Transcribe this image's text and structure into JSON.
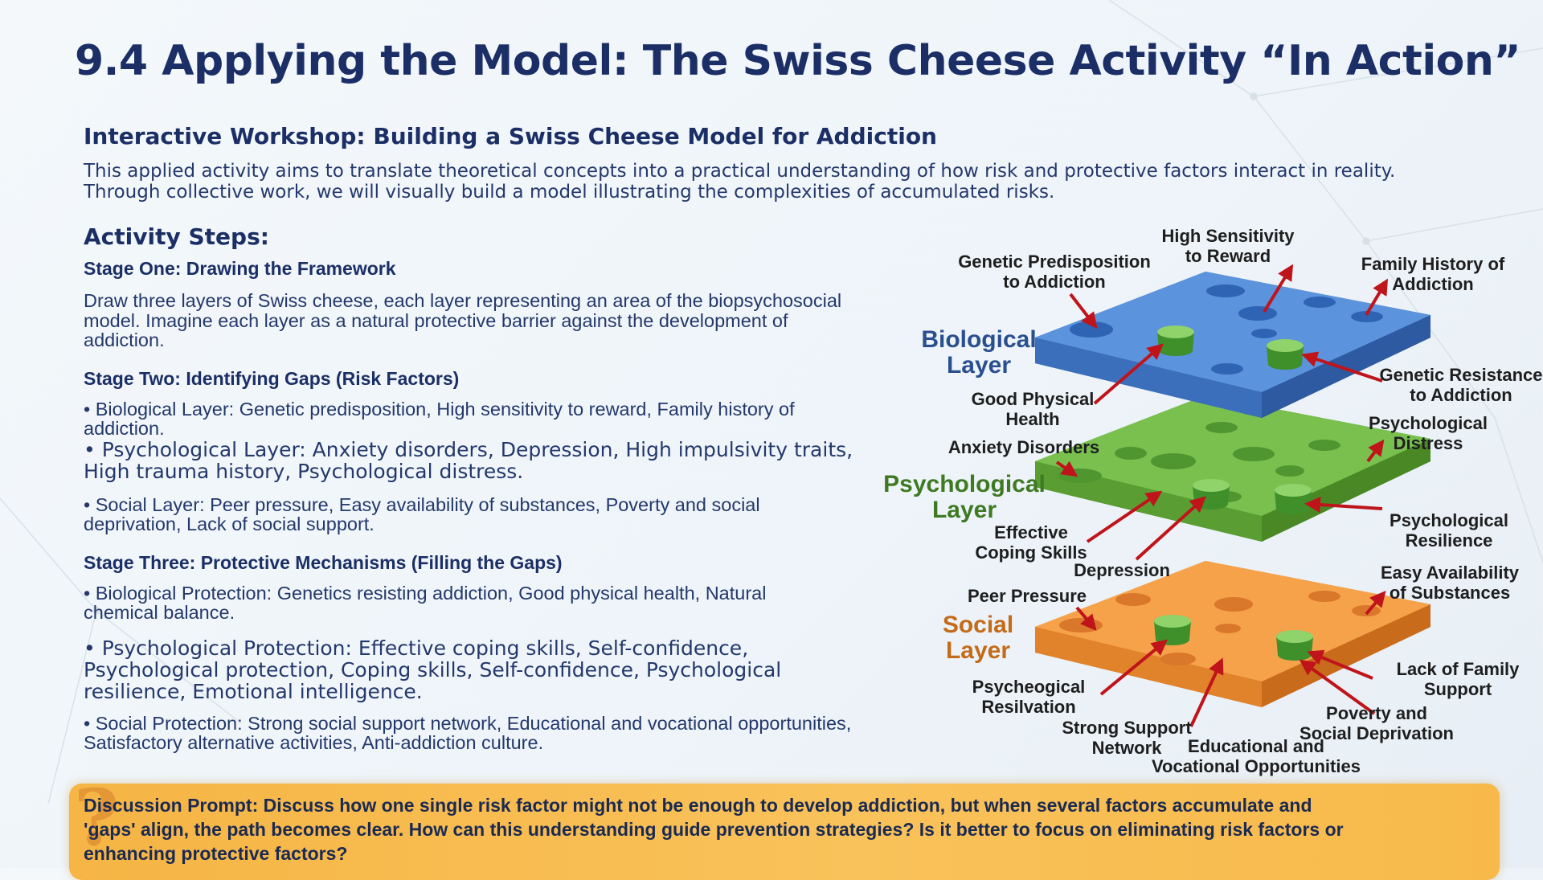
{
  "title": "9.4 Applying the Model: The Swiss Cheese Activity   “In Action”",
  "subtitle": "Interactive Workshop: Building a Swiss Cheese Model for Addiction",
  "intro": [
    "This applied activity aims to translate theoretical concepts into a practical understanding of how risk and protective factors interact in reality.",
    "Through collective work, we will visually build a model illustrating the complexities of accumulated risks."
  ],
  "steps": {
    "heading": "Activity Steps:",
    "stage1": {
      "title": "Stage One: Drawing the Framework",
      "text": "Draw three layers of Swiss cheese, each layer representing an area of the biopsychosocial model. Imagine each layer as a natural protective barrier against the development of addiction."
    },
    "stage2": {
      "title": "Stage Two: Identifying Gaps (Risk Factors)",
      "bullets": [
        "• Biological Layer: Genetic predisposition, High sensitivity to reward, Family history of addiction.",
        "• Psychological Layer: Anxiety disorders, Depression, High impulsivity traits, High trauma history, Psychological distress.",
        "• Social Layer: Peer pressure, Easy availability of substances, Poverty and social deprivation, Lack of social support."
      ]
    },
    "stage3": {
      "title": "Stage Three: Protective Mechanisms (Filling the Gaps)",
      "bullets": [
        "• Biological Protection: Genetics resisting addiction, Good physical health, Natural chemical balance.",
        "• Psychological Protection: Effective coping skills, Self-confidence, Psychological protection, Coping skills, Self-confidence, Psychological resilience, Emotional intelligence.",
        "• Social Protection: Strong social support network, Educational and vocational opportunities, Satisfactory alternative activities, Anti-addiction culture."
      ]
    }
  },
  "diagram": {
    "layers": [
      {
        "name_line1": "Biological",
        "name_line2": "Layer",
        "color": "#4a86d4",
        "title_color": "#2a4f8f"
      },
      {
        "name_line1": "Psychological",
        "name_line2": "Layer",
        "color": "#6bb843",
        "title_color": "#3f7a23"
      },
      {
        "name_line1": "Social",
        "name_line2": "Layer",
        "color": "#f39a3f",
        "title_color": "#c46b1a"
      }
    ],
    "labels": {
      "high_sensitivity_1": "High Sensitivity",
      "high_sensitivity_2": "to Reward",
      "genetic_pred_1": "Genetic Predisposition",
      "genetic_pred_2": "to Addiction",
      "family_history_1": "Family History of",
      "family_history_2": "Addiction",
      "genetic_resist_1": "Genetic Resistance",
      "genetic_resist_2": "to Addiction",
      "good_health_1": "Good Physical",
      "good_health_2": "Health",
      "anxiety": "Anxiety Disorders",
      "psych_distress_1": "Psychological",
      "psych_distress_2": "Distress",
      "coping_1": "Effective",
      "coping_2": "Coping Skills",
      "depression": "Depression",
      "psych_resilience_1": "Psychological",
      "psych_resilience_2": "Resilience",
      "peer_pressure": "Peer Pressure",
      "easy_avail_1": "Easy Availability",
      "easy_avail_2": "of Substances",
      "psycheo_1": "Psycheogical",
      "psycheo_2": "Resilvation",
      "lack_family_1": "Lack of Family",
      "lack_family_2": "Support",
      "strong_support_1": "Strong Support",
      "strong_support_2": "Network",
      "poverty_1": "Poverty and",
      "poverty_2": "Social Deprivation",
      "educational_1": "Educational and",
      "educational_2": "Vocational Opportunities"
    },
    "arrow_color": "#c0141b"
  },
  "prompt": {
    "icon": "?",
    "text": "Discussion Prompt: Discuss how one single risk factor might not be enough to develop addiction, but when several factors accumulate and 'gaps' align, the path becomes clear. How can this understanding guide prevention strategies? Is it better to focus on eliminating risk factors or enhancing protective factors?"
  }
}
